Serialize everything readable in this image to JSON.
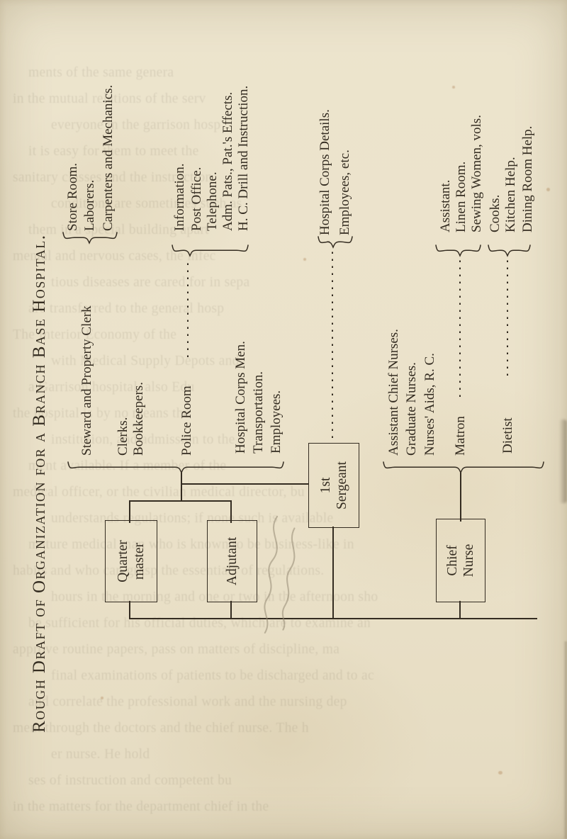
{
  "page": {
    "title": "Rough Draft of Organization for a Branch Base Hospital."
  },
  "boxes": {
    "quartermaster": {
      "line1": "Quarter",
      "line2": "master"
    },
    "adjutant": {
      "label": "Adjutant"
    },
    "first_sergeant": {
      "line1": "1st",
      "line2": "Sergeant"
    },
    "chief_nurse": {
      "line1": "Chief",
      "line2": "Nurse"
    }
  },
  "left_section": {
    "steward_label": "Steward and Property Clerk",
    "steward_items": [
      "Store Room.",
      "Laborers.",
      "Carpenters and Mechanics."
    ],
    "clerks": "Clerks.",
    "bookkeepers": "Bookkeepers.",
    "police_label": "Police Room",
    "police_items": [
      "Information.",
      "Post Office.",
      "Telephone.",
      "Adm. Pats., Pat.'s Effects.",
      "H. C. Drill and Instruction."
    ],
    "hospital_corps_lines": [
      "Hospital Corps Men.",
      "Transportation.",
      "Employees."
    ]
  },
  "sergeant_section": {
    "detail_items": [
      "Hospital Corps Details.",
      "Employees, etc."
    ]
  },
  "nurse_section": {
    "items": [
      "Assistant Chief Nurses.",
      "Graduate Nurses.",
      "Nurses' Aids, R. C."
    ],
    "matron_label": "Matron",
    "matron_items": [
      "Assistant.",
      "Linen Room.",
      "Sewing Women, vols."
    ],
    "dietist_label": "Dietist",
    "dietist_items": [
      "Cooks.",
      "Kitchen Help.",
      "Dining Room Help."
    ]
  },
  "ghost_text_lines": [
    "ments of the same genera",
    "in the mutual relations of the serv",
    "everyone in the garrison hosp",
    "it is easy for them to meet the",
    "sanitary classes and the instruction",
    "conditions are sometimes such as",
    "them in a special building apart",
    "mental and nervous cases, the infec",
    "tious diseases are cared for in sepa",
    "are transferred to the general hosp",
    "The Interior Economy of the",
    "with Medical Supply Depots and",
    "a Garrison hospital, also Edu",
    "the hospital is by no means the",
    "institution, and admission to the",
    "ment available. If a member of the",
    "medical officer, or the civilian medical director, bu",
    "understands regulations; if none such is available",
    "mature medical man who is known to be business-like in",
    "habits and who can grasp the essentials of regulations.",
    "hours in the morning and one or two in the afternoon sho",
    "be sufficient for his official duties, which are to examine an",
    "approve routine papers, pass on matters of discipline, ma",
    "final examinations of patients to be discharged and to ac",
    "and correlate the professional work and the nursing dep",
    "ment through the doctors and the chief nurse. The h",
    "er nurse. He hold",
    "ses of instruction and competent bu",
    "in the matters for the department chief in the"
  ],
  "colors": {
    "paper": "#ebe2ca",
    "ink": "#342c21",
    "ghost": "#6f6450",
    "pencil": "#958a74"
  }
}
